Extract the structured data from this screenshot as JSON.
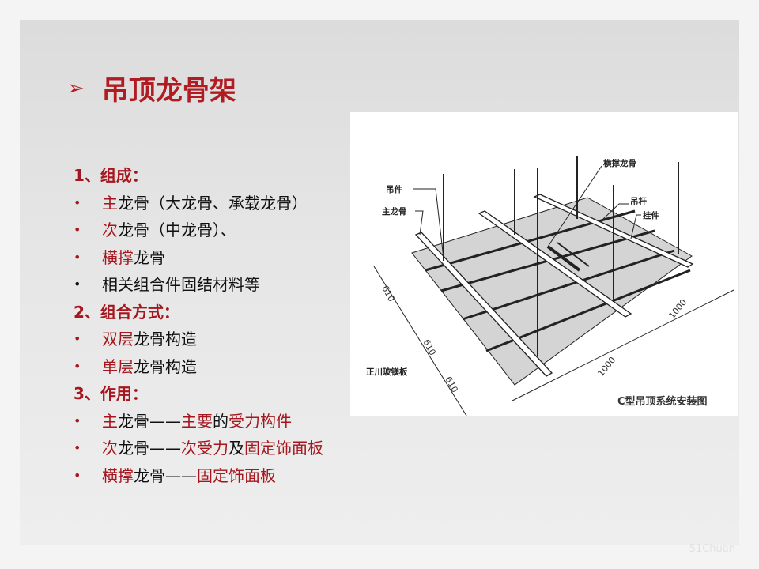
{
  "title": {
    "icon": "chevron-right-arrow-icon",
    "text": "吊顶龙骨架"
  },
  "colors": {
    "accent": "#a5161e",
    "text": "#111111"
  },
  "lines": [
    {
      "type": "heading",
      "segments": [
        {
          "t": "1、组成：",
          "red": true
        }
      ]
    },
    {
      "type": "bullet",
      "bullet_red": true,
      "segments": [
        {
          "t": "主",
          "red": true
        },
        {
          "t": "龙骨（大龙骨、承载龙骨）",
          "red": false
        }
      ]
    },
    {
      "type": "bullet",
      "bullet_red": true,
      "segments": [
        {
          "t": "次",
          "red": true
        },
        {
          "t": "龙骨（中龙骨）、",
          "red": false
        }
      ]
    },
    {
      "type": "bullet",
      "bullet_red": true,
      "segments": [
        {
          "t": "横撑",
          "red": true
        },
        {
          "t": "龙骨",
          "red": false
        }
      ]
    },
    {
      "type": "bullet",
      "bullet_red": false,
      "segments": [
        {
          "t": "相关组合件固结材料等",
          "red": false
        }
      ]
    },
    {
      "type": "heading",
      "segments": [
        {
          "t": "2、组合方式：",
          "red": true
        }
      ]
    },
    {
      "type": "bullet",
      "bullet_red": true,
      "segments": [
        {
          "t": "双层",
          "red": true
        },
        {
          "t": "龙骨构造",
          "red": false
        }
      ]
    },
    {
      "type": "bullet",
      "bullet_red": true,
      "segments": [
        {
          "t": "单层",
          "red": true
        },
        {
          "t": "龙骨构造",
          "red": false
        }
      ]
    },
    {
      "type": "heading",
      "segments": [
        {
          "t": "3、作用：",
          "red": true
        }
      ]
    },
    {
      "type": "bullet",
      "bullet_red": true,
      "segments": [
        {
          "t": "主",
          "red": true
        },
        {
          "t": "龙骨——",
          "red": false
        },
        {
          "t": "主要",
          "red": true
        },
        {
          "t": "的",
          "red": false
        },
        {
          "t": "受力构件",
          "red": true
        }
      ]
    },
    {
      "type": "bullet",
      "bullet_red": true,
      "segments": [
        {
          "t": "次",
          "red": true
        },
        {
          "t": "龙骨——",
          "red": false
        },
        {
          "t": "次受力",
          "red": true
        },
        {
          "t": "及",
          "red": false
        },
        {
          "t": "固定饰面板",
          "red": true
        }
      ]
    },
    {
      "type": "bullet",
      "bullet_red": true,
      "segments": [
        {
          "t": "横撑",
          "red": true
        },
        {
          "t": "龙骨——",
          "red": false
        },
        {
          "t": "固定饰面板",
          "red": true
        }
      ]
    }
  ],
  "figure": {
    "caption": "C型吊顶系统安装图",
    "labels": {
      "hanger": "吊件",
      "main_runner": "主龙骨",
      "cross_runner": "横撑龙骨",
      "rod": "吊杆",
      "clip": "挂件",
      "board": "正川玻镁板"
    },
    "dimensions": {
      "d1": "610",
      "d2": "610",
      "d3": "610",
      "d4": "1000",
      "d5": "1000"
    }
  },
  "watermark": "51Chuan"
}
